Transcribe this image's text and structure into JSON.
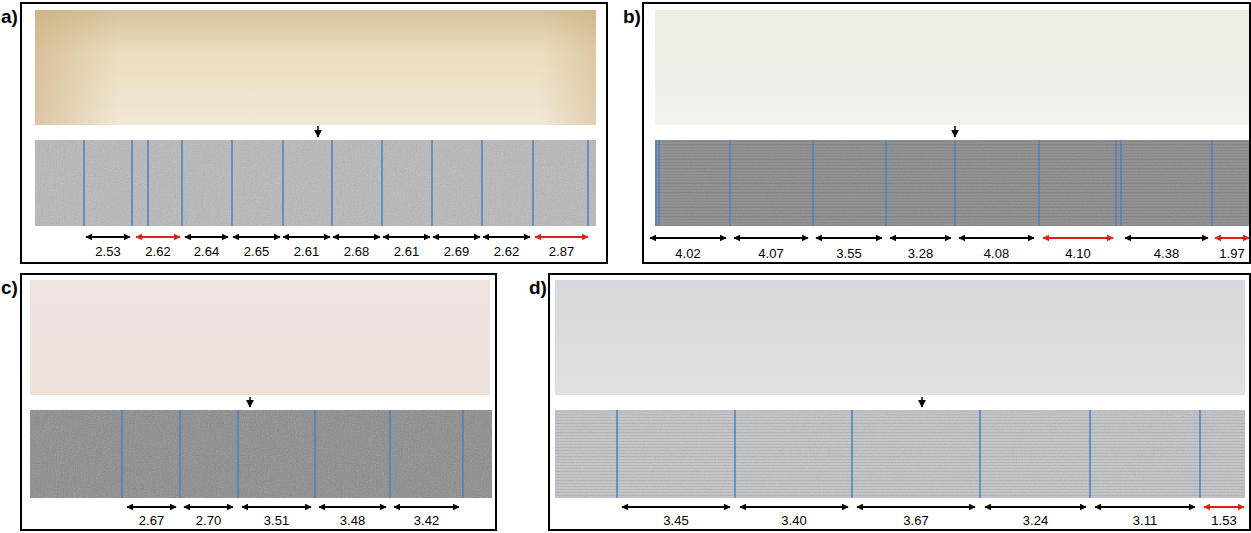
{
  "diagram": {
    "nodes": [
      {
        "text": [
          "a)"
        ]
      },
      {
        "text": [
          "b)"
        ]
      },
      {
        "text": [
          "c)"
        ]
      },
      {
        "text": [
          "d)"
        ]
      }
    ],
    "labels": [
      "2.53",
      "2.62",
      "2.64",
      "2.65",
      "2.61",
      "2.68",
      "2.61",
      "2.69",
      "2.62",
      "2.87",
      "4.02",
      "4.07",
      "3.55",
      "3.28",
      "4.08",
      "4.10",
      "4.38",
      "1.97",
      "2.67",
      "2.70",
      "3.51",
      "3.48",
      "3.42",
      "3.45",
      "3.40",
      "3.67",
      "3.24",
      "3.11",
      "1.53"
    ]
  }
}
